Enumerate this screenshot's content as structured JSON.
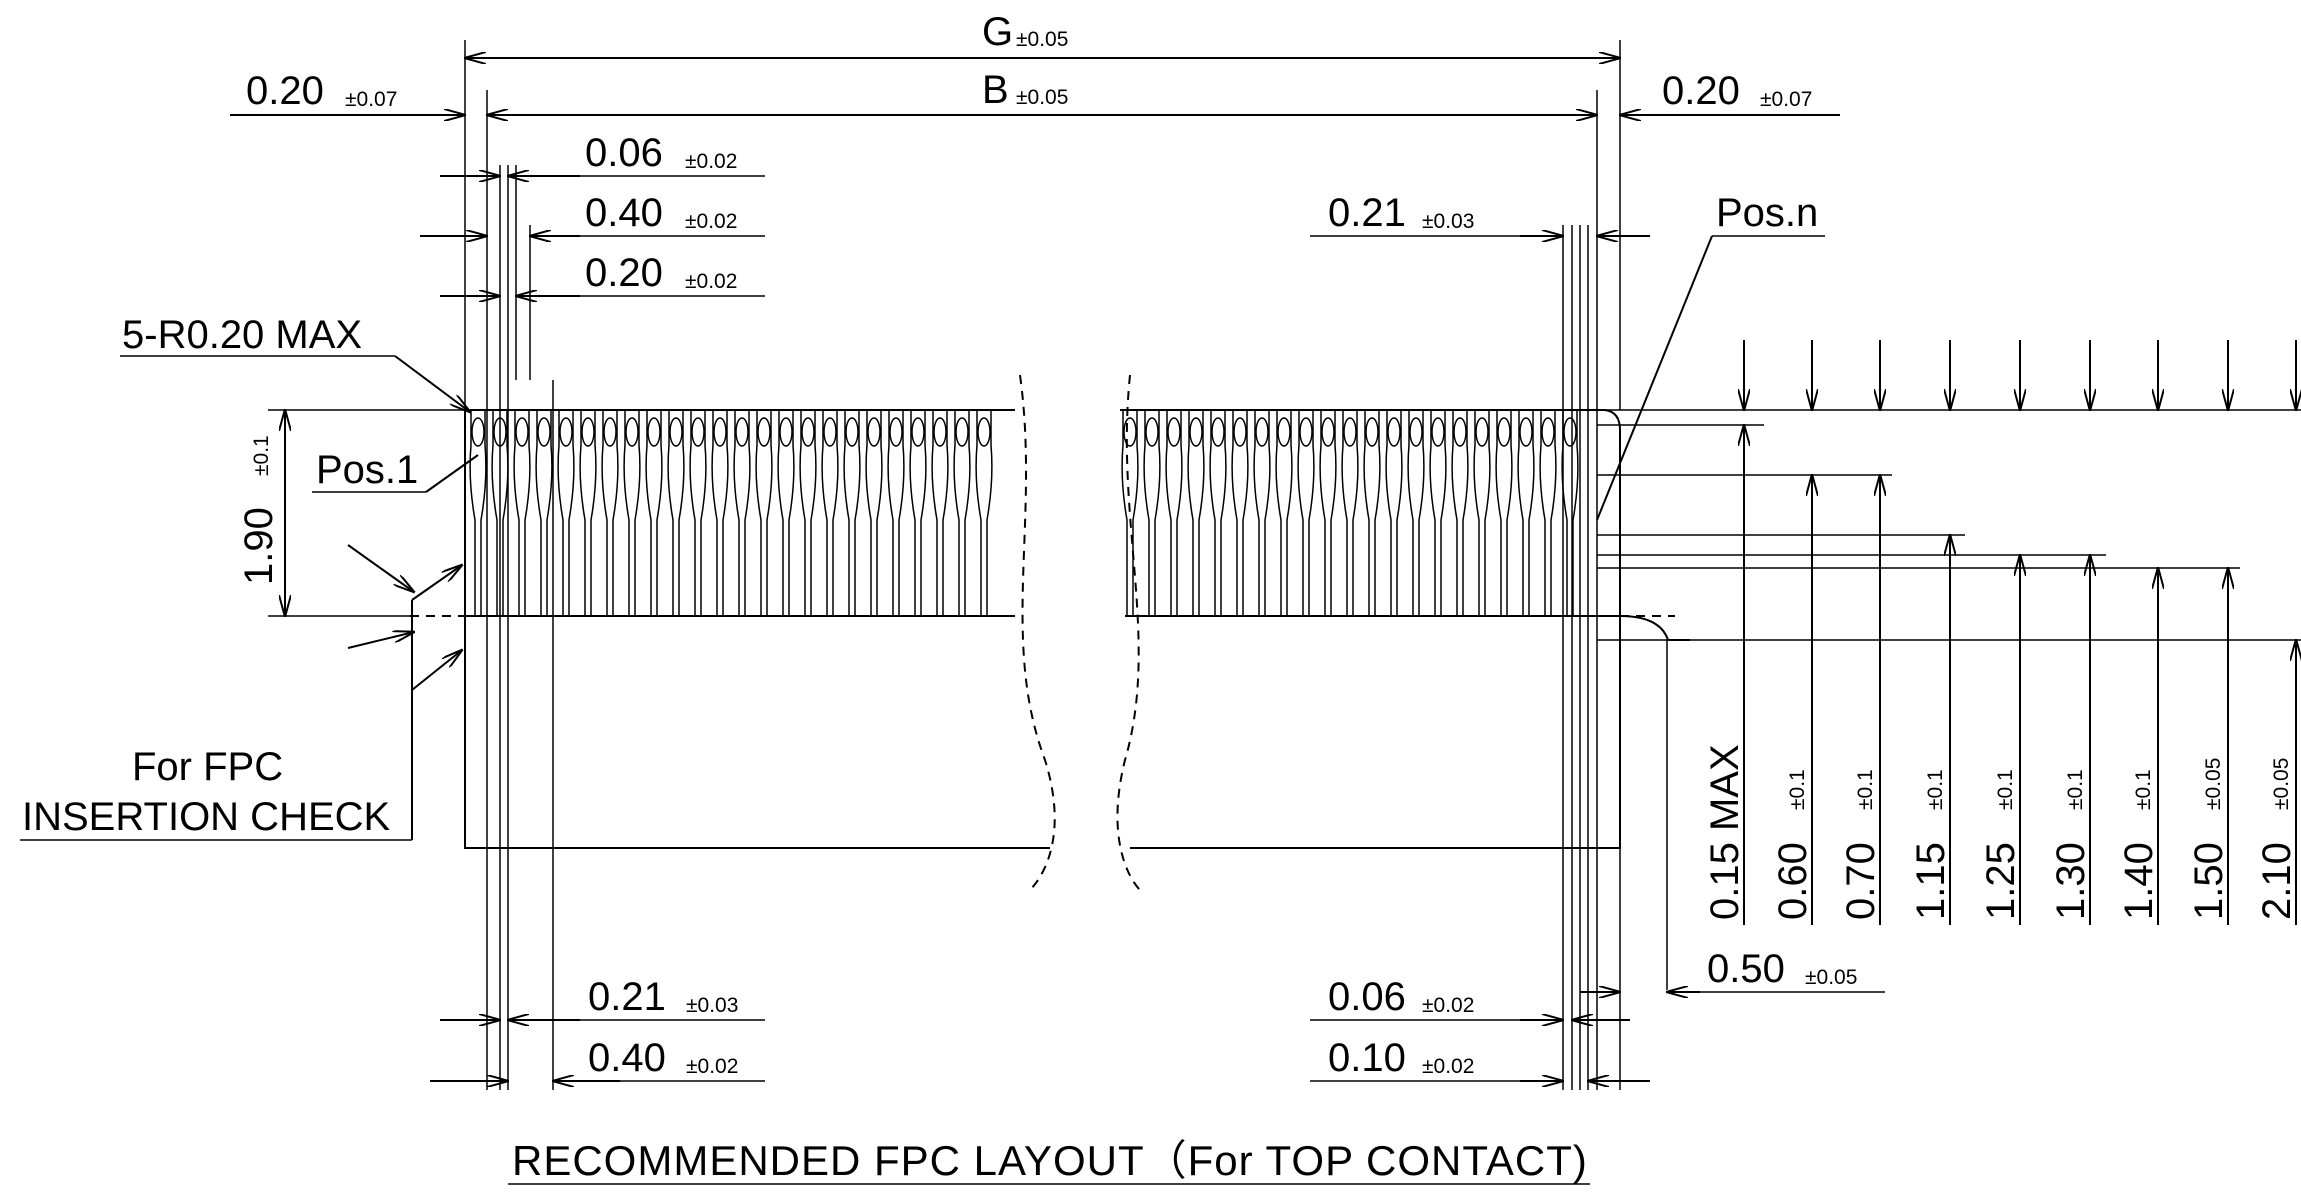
{
  "drawing": {
    "title": "RECOMMENDED FPC LAYOUT（For TOP CONTACT)",
    "labels": {
      "corner_radius": "5-R0.20 MAX",
      "pos_first": "Pos.1",
      "pos_last": "Pos.n",
      "insertion_check_1": "For FPC",
      "insertion_check_2": "INSERTION CHECK"
    },
    "top_dimensions": [
      {
        "id": "g",
        "value": "G",
        "tol": "±0.05"
      },
      {
        "id": "b",
        "value": "B",
        "tol": "±0.05"
      },
      {
        "id": "edge-left",
        "value": "0.20",
        "tol": "±0.07"
      },
      {
        "id": "edge-right",
        "value": "0.20",
        "tol": "±0.07"
      },
      {
        "id": "gap",
        "value": "0.06",
        "tol": "±0.02"
      },
      {
        "id": "pitch-top",
        "value": "0.40",
        "tol": "±0.02"
      },
      {
        "id": "pad-width",
        "value": "0.20",
        "tol": "±0.02"
      },
      {
        "id": "right-pad",
        "value": "0.21",
        "tol": "±0.03"
      }
    ],
    "bottom_dimensions": [
      {
        "id": "bl-pad",
        "value": "0.21",
        "tol": "±0.03"
      },
      {
        "id": "bl-pitch",
        "value": "0.40",
        "tol": "±0.02"
      },
      {
        "id": "br-gap",
        "value": "0.06",
        "tol": "±0.02"
      },
      {
        "id": "br-width",
        "value": "0.10",
        "tol": "±0.02"
      },
      {
        "id": "offset",
        "value": "0.50",
        "tol": "±0.05"
      }
    ],
    "height_dimension": {
      "value": "1.90",
      "tol": "±0.1"
    },
    "vertical_dimensions": [
      {
        "value": "0.15 MAX",
        "tol": ""
      },
      {
        "value": "0.60",
        "tol": "±0.1"
      },
      {
        "value": "0.70",
        "tol": "±0.1"
      },
      {
        "value": "1.15",
        "tol": "±0.1"
      },
      {
        "value": "1.25",
        "tol": "±0.1"
      },
      {
        "value": "1.30",
        "tol": "±0.1"
      },
      {
        "value": "1.40",
        "tol": "±0.1"
      },
      {
        "value": "1.50",
        "tol": "±0.05"
      },
      {
        "value": "2.10",
        "tol": "±0.05"
      }
    ]
  }
}
